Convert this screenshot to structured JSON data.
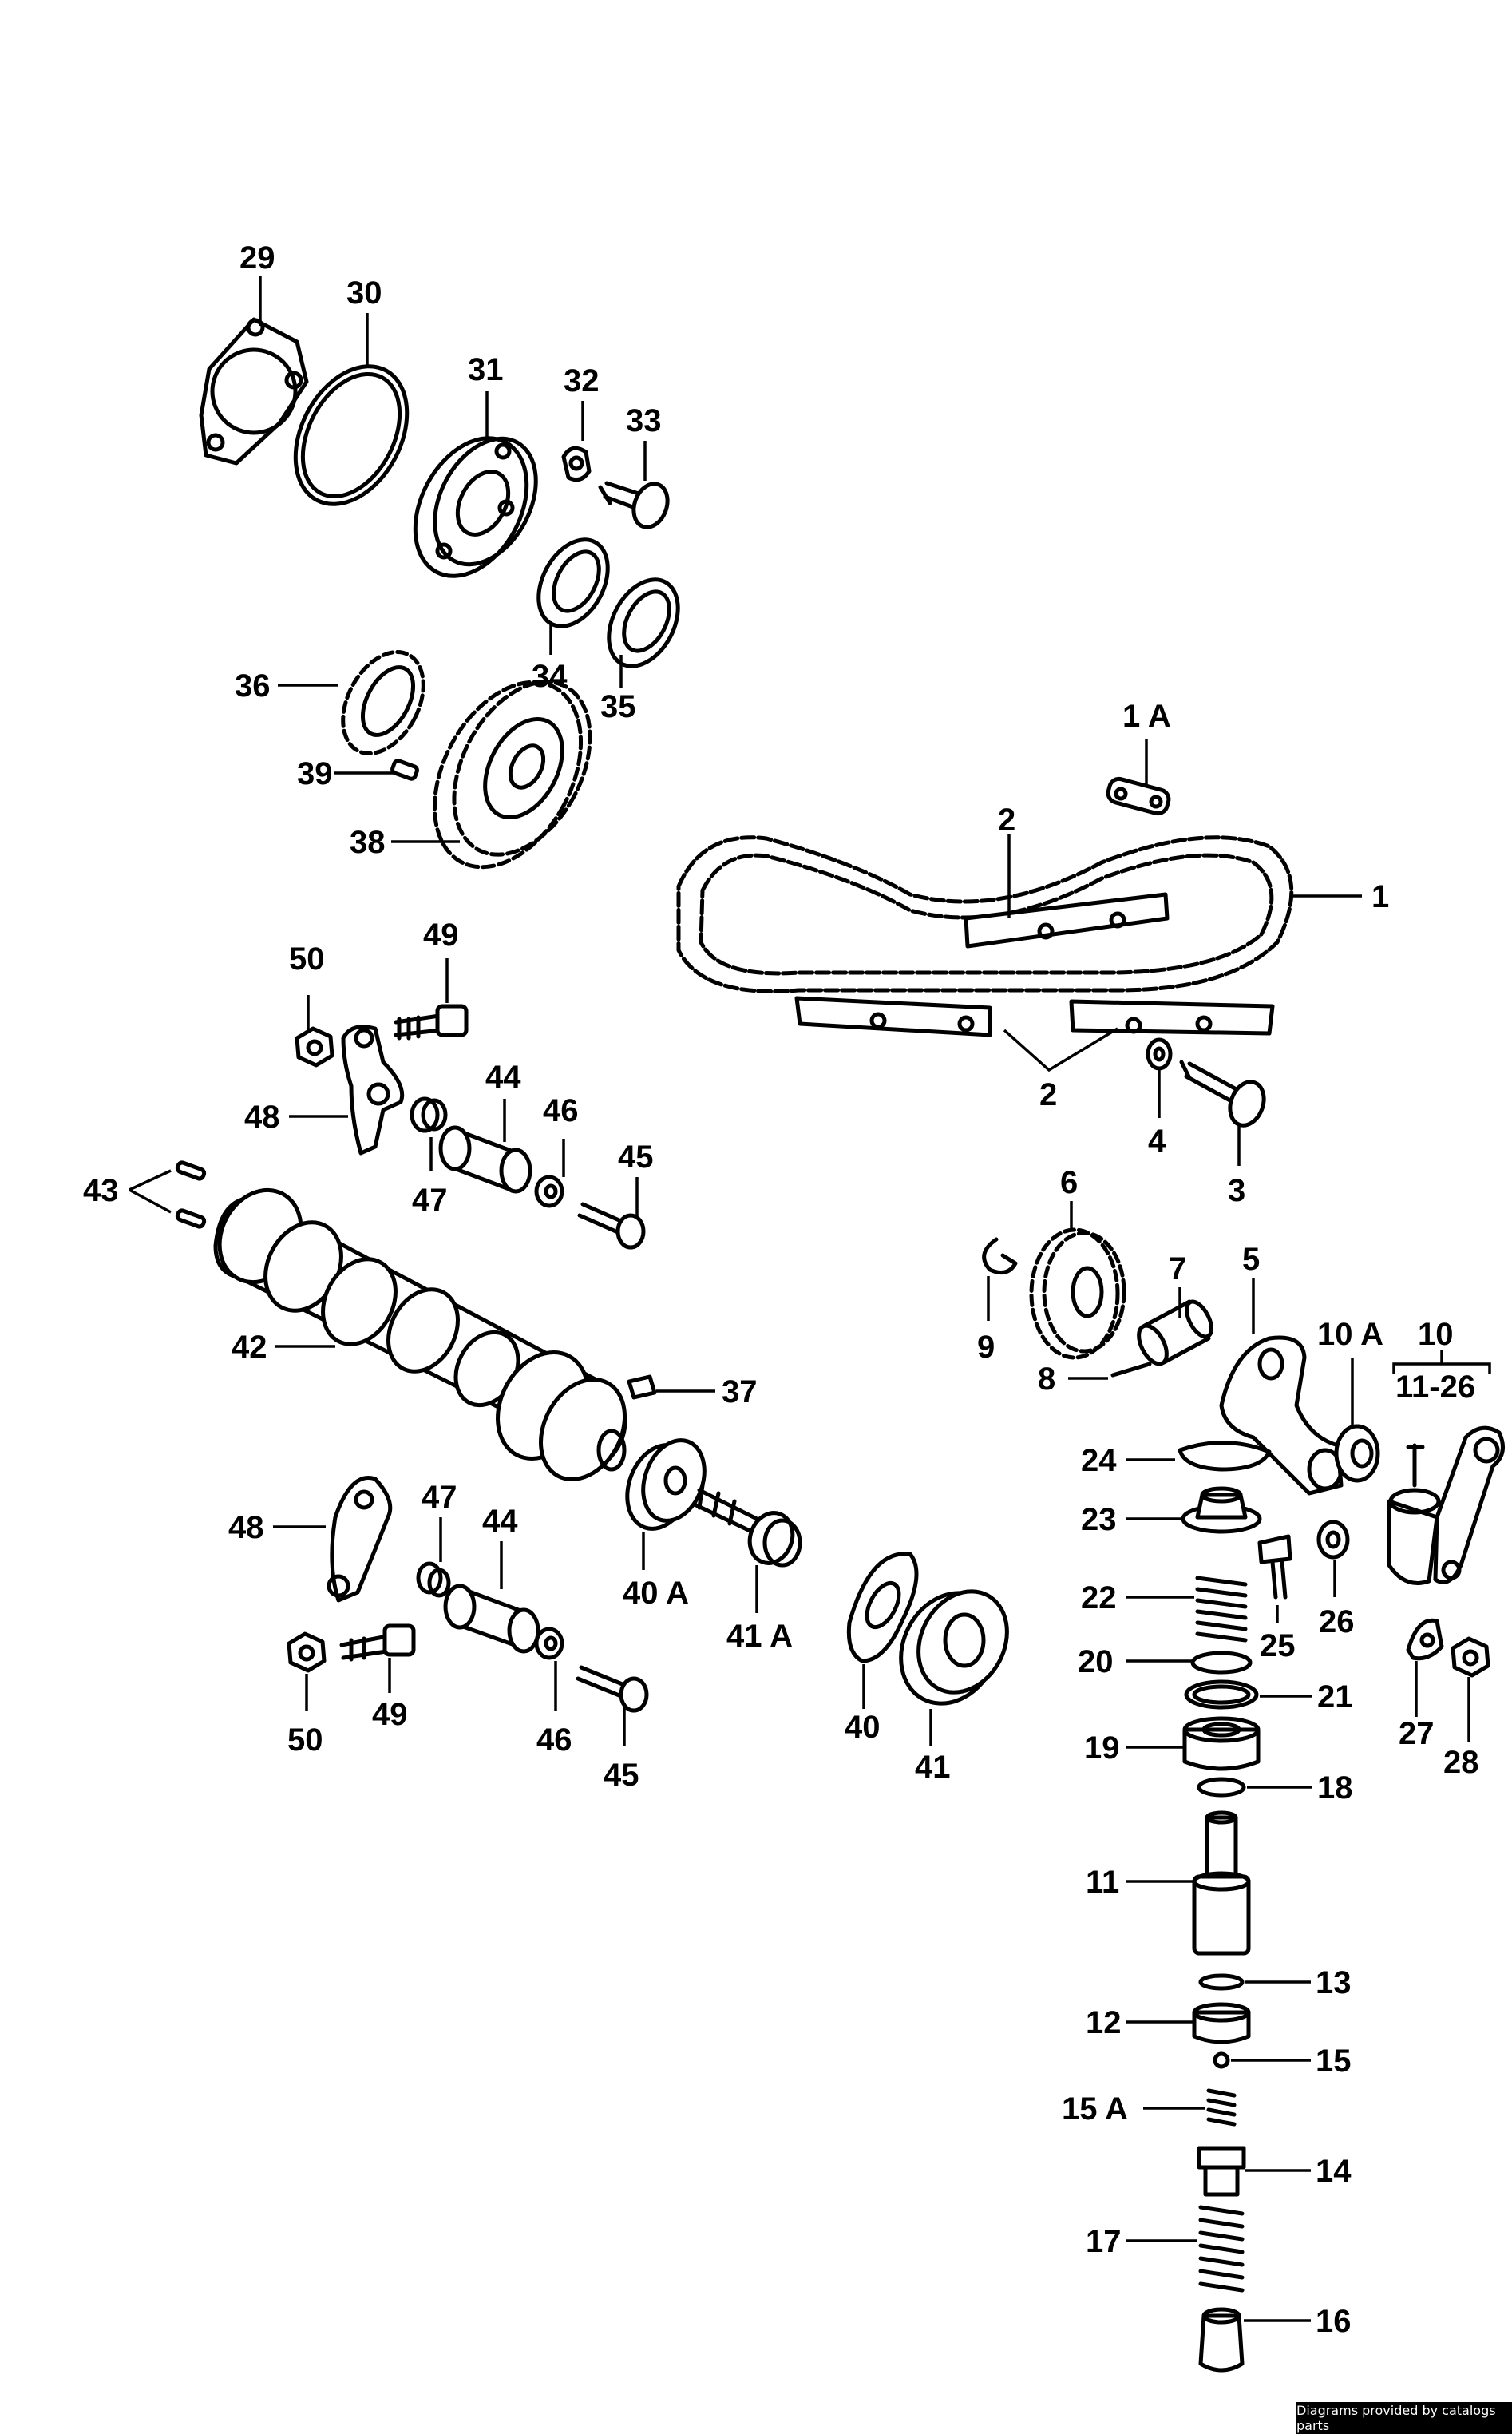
{
  "credit": "Diagrams provided by catalogs parts",
  "callouts": {
    "c1": "1",
    "c1A": "1 A",
    "c2a": "2",
    "c2b": "2",
    "c3": "3",
    "c4": "4",
    "c5": "5",
    "c6": "6",
    "c7": "7",
    "c8": "8",
    "c9": "9",
    "c10": "10",
    "c10A": "10 A",
    "c10range": "11-26",
    "c11": "11",
    "c12": "12",
    "c13": "13",
    "c14": "14",
    "c15": "15",
    "c15A": "15 A",
    "c16": "16",
    "c17": "17",
    "c18": "18",
    "c19": "19",
    "c20": "20",
    "c21": "21",
    "c22": "22",
    "c23": "23",
    "c24": "24",
    "c25": "25",
    "c26": "26",
    "c27": "27",
    "c28": "28",
    "c29": "29",
    "c30": "30",
    "c31": "31",
    "c32": "32",
    "c33": "33",
    "c34": "34",
    "c35": "35",
    "c36": "36",
    "c37": "37",
    "c38": "38",
    "c39": "39",
    "c40": "40",
    "c40A": "40 A",
    "c41": "41",
    "c41A": "41 A",
    "c42": "42",
    "c43": "43",
    "c44a": "44",
    "c44b": "44",
    "c45a": "45",
    "c45b": "45",
    "c46a": "46",
    "c46b": "46",
    "c47a": "47",
    "c47b": "47",
    "c48a": "48",
    "c48b": "48",
    "c49a": "49",
    "c49b": "49",
    "c50a": "50",
    "c50b": "50"
  }
}
